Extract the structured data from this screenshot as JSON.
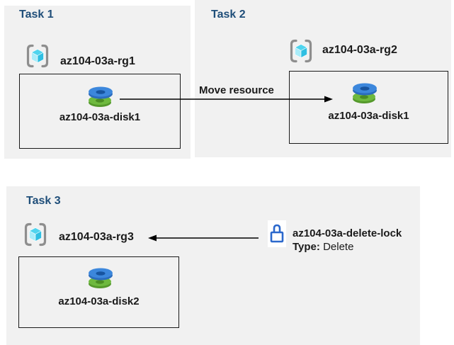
{
  "task1": {
    "title": "Task 1",
    "resource_group": "az104-03a-rg1",
    "disk": "az104-03a-disk1"
  },
  "task2": {
    "title": "Task 2",
    "resource_group": "az104-03a-rg2",
    "disk": "az104-03a-disk1"
  },
  "task3": {
    "title": "Task 3",
    "resource_group": "az104-03a-rg3",
    "disk": "az104-03a-disk2",
    "lock": {
      "name": "az104-03a-delete-lock",
      "type_key": "Type:",
      "type_value": " Delete"
    }
  },
  "arrows": {
    "move": {
      "label": "Move resource"
    }
  },
  "icons": {
    "resource_group": "resource-group-icon",
    "disk": "managed-disk-icon",
    "lock": "lock-icon"
  },
  "colors": {
    "canvas_bg": "#ffffff",
    "panel_bg": "#f1f1f1",
    "title_blue": "#1F4E79",
    "text_black": "#1a1a1a",
    "arrow_black": "#000000",
    "lock_blue": "#2b68cc",
    "bracket_gray": "#8e8e8e",
    "cube_top": "#4fd4ee",
    "cube_left": "#a9ecf9",
    "cube_right": "#2fbfe2",
    "disk_blue_top": "#3c87dc",
    "disk_blue_side": "#2b6cbd",
    "disk_blue_hole": "#17549f",
    "disk_green_top": "#6eb93e",
    "disk_green_side": "#55992c",
    "disk_green_hole": "#4a8c24"
  }
}
